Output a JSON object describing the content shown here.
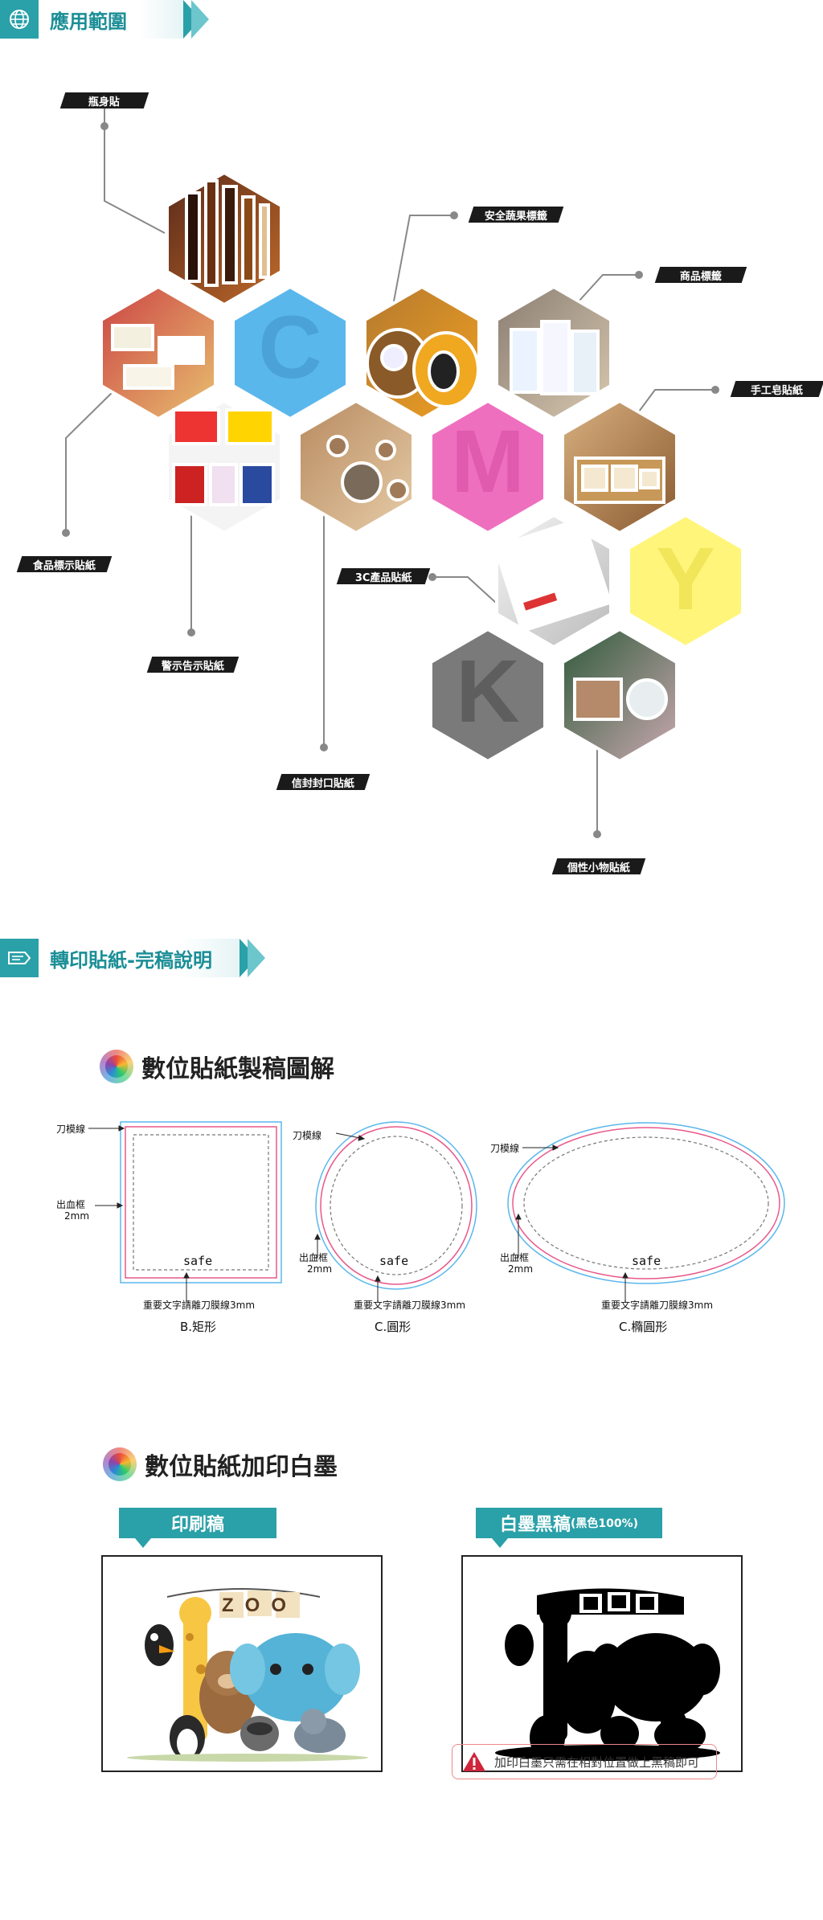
{
  "sections": {
    "apply": {
      "title": "應用範圍"
    },
    "transfer": {
      "title": "轉印貼紙-完稿說明"
    }
  },
  "tags": {
    "bottle": "瓶身貼",
    "safety_fruit": "安全蔬果標籤",
    "product": "商品標籤",
    "soap": "手工皂貼紙",
    "food": "食品標示貼紙",
    "warning": "警示告示貼紙",
    "envelope": "信封封口貼紙",
    "electronics": "3C產品貼紙",
    "personal": "個性小物貼紙"
  },
  "cmyk": {
    "c": "C",
    "m": "M",
    "y": "Y",
    "k": "K"
  },
  "diagram": {
    "title": "數位貼紙製稿圖解",
    "knife_line": "刀模線",
    "bleed": "出血框",
    "bleed_size": "2mm",
    "safe": "safe",
    "important_text": "重要文字請離刀膜線3mm",
    "rect_caption": "B.矩形",
    "circle_caption": "C.圓形",
    "ellipse_caption": "C.橢圓形"
  },
  "white_ink": {
    "title": "數位貼紙加印白墨",
    "print_label": "印刷稿",
    "white_label": "白墨黑稿",
    "white_label_sub": "(黑色100%)",
    "zoo_text": "ZOO",
    "notice": "加印白墨只需在相對位置做上黑稿即可"
  },
  "colors": {
    "teal": "#2aa0a8",
    "cyan_hex": "#5ab7ec",
    "magenta_hex": "#ef6fbf",
    "yellow_hex": "#fff57a",
    "black_hex": "#7a7a7a"
  }
}
